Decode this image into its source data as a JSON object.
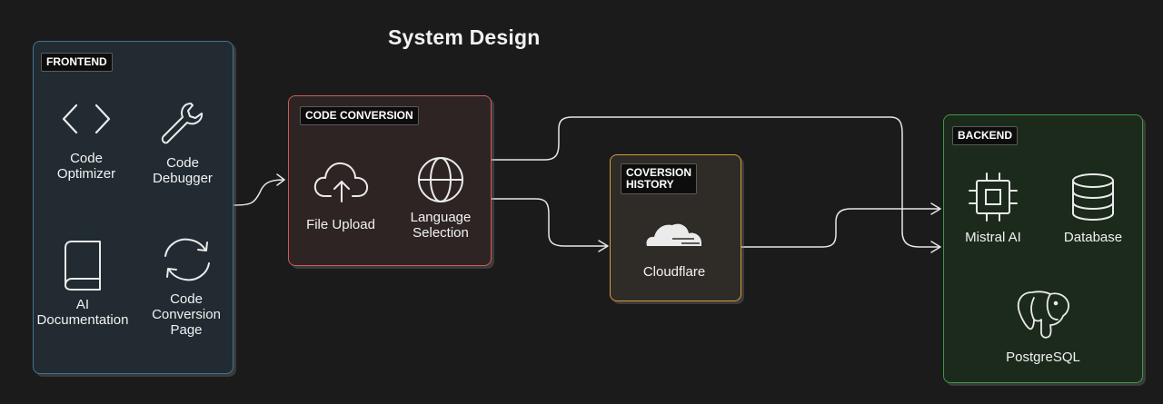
{
  "title": "System Design",
  "frontend": {
    "tag": "FRONTEND",
    "items": [
      "Code Optimizer",
      "Code Debugger",
      "AI Documentation",
      "Code Conversion Page"
    ]
  },
  "conversion": {
    "tag": "CODE CONVERSION",
    "items": [
      "File Upload",
      "Language Selection"
    ]
  },
  "history": {
    "tag_line1": "COVERSION",
    "tag_line2": "HISTORY",
    "item": "Cloudflare"
  },
  "backend": {
    "tag": "BACKEND",
    "items": [
      "Mistral AI",
      "Database",
      "PostgreSQL"
    ]
  },
  "colors": {
    "background": "#1b1b1b",
    "frontend_border": "#3f7590",
    "conversion_border": "#d05a5a",
    "history_border": "#d69a3c",
    "backend_border": "#3d9a44"
  },
  "icons": [
    "code-icon",
    "wrench-icon",
    "book-icon",
    "refresh-icon",
    "cloud-upload-icon",
    "globe-icon",
    "cloudflare-icon",
    "cpu-icon",
    "database-icon",
    "postgres-elephant-icon"
  ]
}
